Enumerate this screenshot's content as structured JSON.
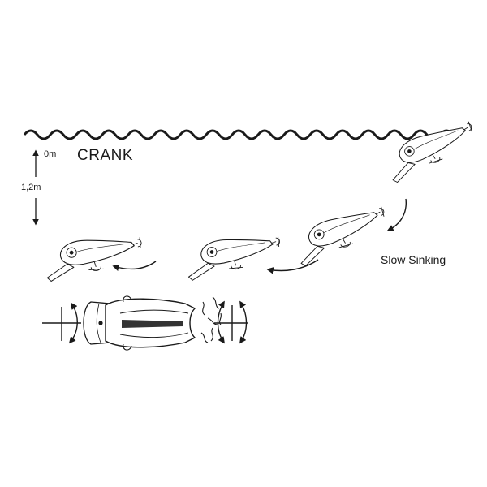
{
  "diagram": {
    "title": "CRANK",
    "depth_top": "0m",
    "depth_max": "1,2m",
    "action_label": "Slow Sinking"
  },
  "icons": {
    "surface": "water-surface-wave",
    "lure": "crankbait-lure",
    "motion": "curved-arrow",
    "wobble": "wobble-rotation-arrow"
  },
  "colors": {
    "stroke": "#1a1a1a",
    "lure_fill": "#ffffff",
    "stripe": "#333333"
  }
}
